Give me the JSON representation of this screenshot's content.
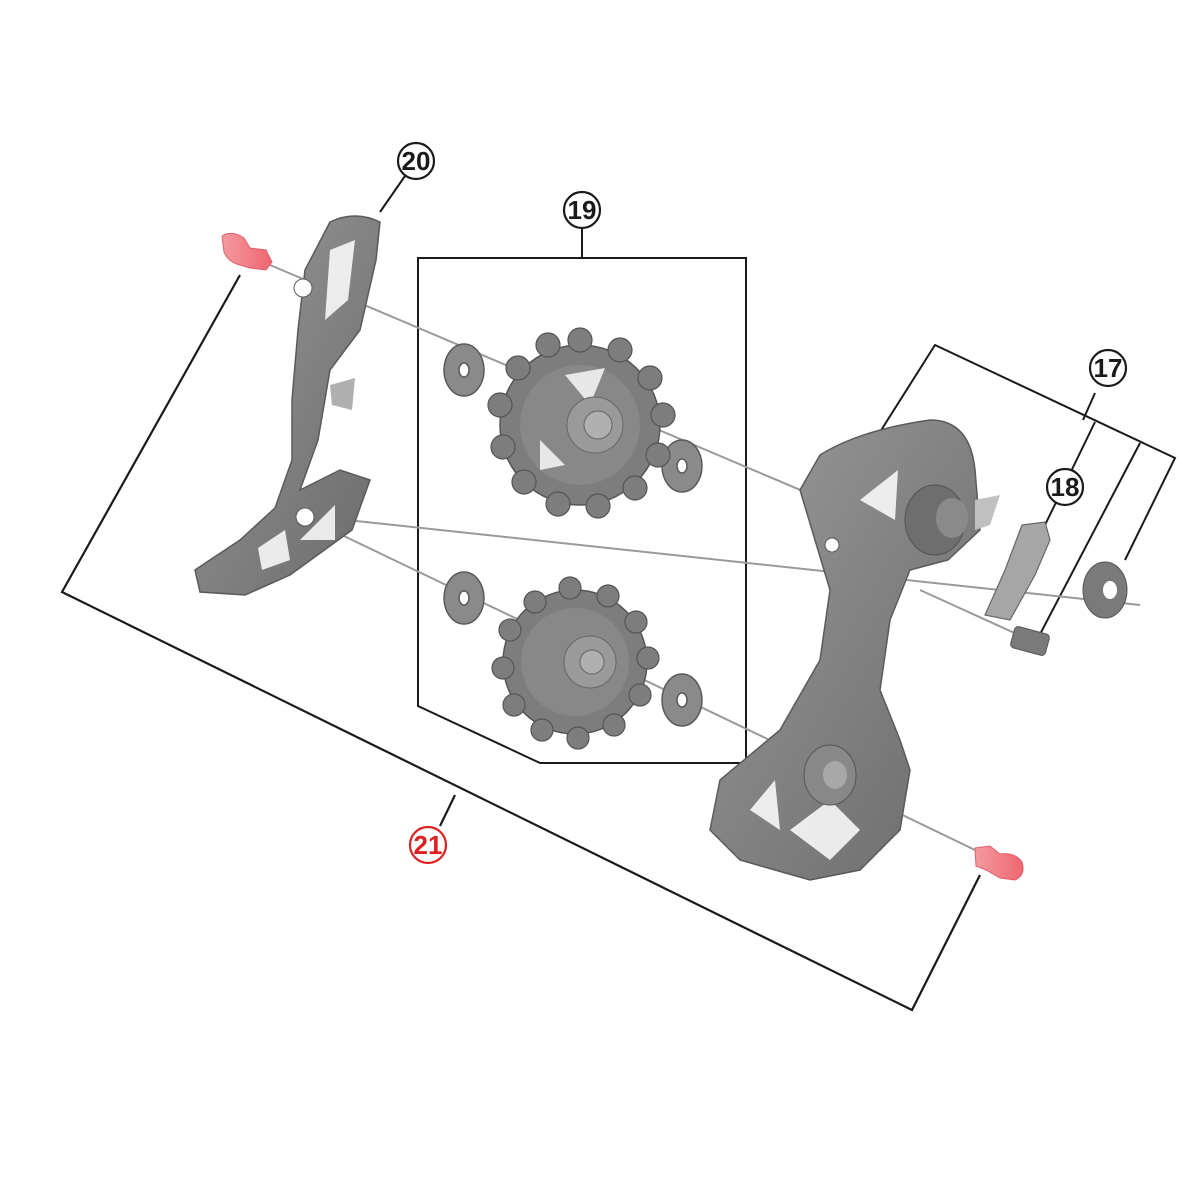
{
  "diagram": {
    "type": "exploded-parts-diagram",
    "subject": "Rear derailleur pulley cage assembly",
    "colors": {
      "background": "#ffffff",
      "part_gray": "#8c8c8c",
      "part_dark": "#6e6e6e",
      "part_light": "#b5b5b5",
      "leader_line": "#1a1a1a",
      "callout_black": "#1a1a1a",
      "callout_red": "#e02020",
      "red_part": "#f07880"
    },
    "callouts": [
      {
        "id": "17",
        "label": "17",
        "color": "black",
        "part": "inner-plate-group"
      },
      {
        "id": "18",
        "label": "18",
        "color": "black",
        "part": "cage-stopper-plate"
      },
      {
        "id": "19",
        "label": "19",
        "color": "black",
        "part": "pulley-set"
      },
      {
        "id": "20",
        "label": "20",
        "color": "black",
        "part": "outer-plate"
      },
      {
        "id": "21",
        "label": "21",
        "color": "red",
        "part": "pulley-bolts"
      }
    ],
    "parts": [
      {
        "name": "outer-plate",
        "callout": "20"
      },
      {
        "name": "guide-pulley",
        "callout": "19"
      },
      {
        "name": "tension-pulley",
        "callout": "19"
      },
      {
        "name": "pulley-washers",
        "callout": "19"
      },
      {
        "name": "inner-plate",
        "callout": "17"
      },
      {
        "name": "stopper-plate",
        "callout": "18"
      },
      {
        "name": "stopper-bolt",
        "callout": "17"
      },
      {
        "name": "washer",
        "callout": "17"
      },
      {
        "name": "pulley-bolt-upper",
        "callout": "21"
      },
      {
        "name": "pulley-bolt-lower",
        "callout": "21"
      }
    ]
  }
}
